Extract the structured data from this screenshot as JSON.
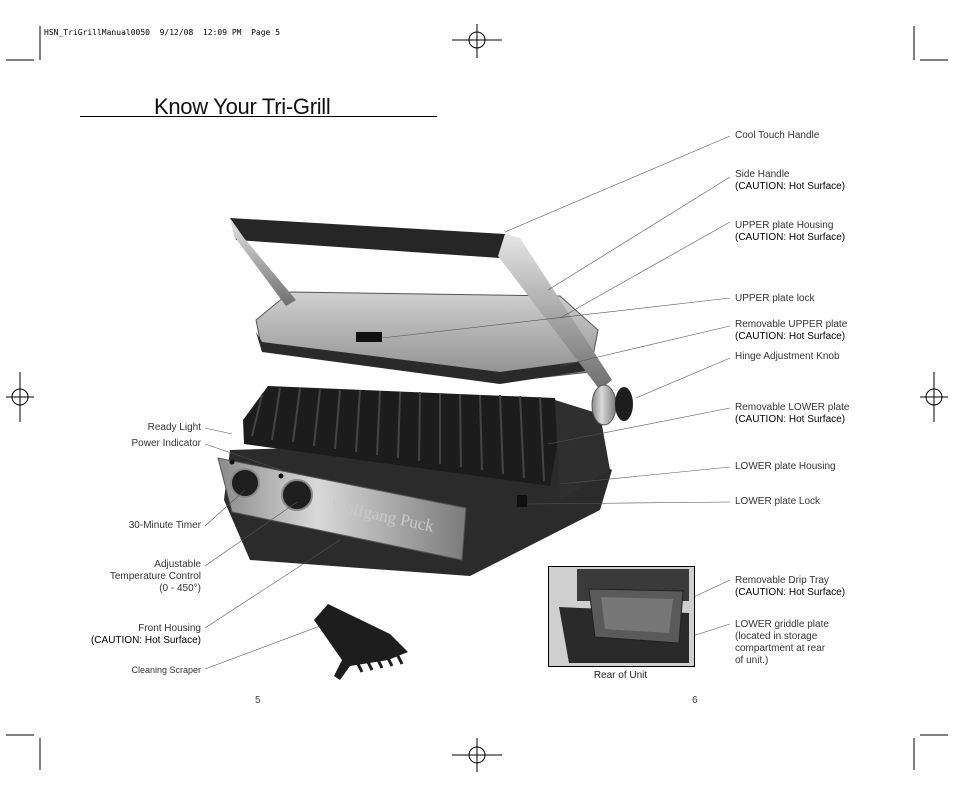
{
  "header": {
    "print_slug": "HSN_TriGrillManual0050  9/12/08  12:09 PM  Page 5"
  },
  "title": "Know Your Tri-Grill",
  "right_labels": [
    {
      "lines": [
        "Cool Touch Handle"
      ]
    },
    {
      "lines": [
        "Side Handle",
        "(CAUTION: Hot Surface)"
      ]
    },
    {
      "lines": [
        "UPPER plate Housing",
        "(CAUTION: Hot Surface)"
      ]
    },
    {
      "lines": [
        "UPPER plate lock"
      ]
    },
    {
      "lines": [
        "Removable UPPER plate",
        "(CAUTION: Hot Surface)"
      ]
    },
    {
      "lines": [
        "Hinge Adjustment Knob"
      ]
    },
    {
      "lines": [
        "Removable LOWER plate",
        "(CAUTION: Hot Surface)"
      ]
    },
    {
      "lines": [
        "LOWER plate Housing"
      ]
    },
    {
      "lines": [
        "LOWER plate Lock"
      ]
    },
    {
      "lines": [
        "Removable Drip Tray",
        "(CAUTION: Hot Surface)"
      ]
    },
    {
      "lines": [
        "LOWER griddle plate",
        "(located in storage",
        "compartment at rear",
        "of unit.)"
      ]
    }
  ],
  "left_labels": [
    {
      "lines": [
        "Ready Light"
      ]
    },
    {
      "lines": [
        "Power Indicator"
      ]
    },
    {
      "lines": [
        "30-Minute Timer"
      ]
    },
    {
      "lines": [
        "Adjustable",
        "Temperature Control",
        "(0 - 450°)"
      ]
    },
    {
      "lines": [
        "Front Housing",
        "(CAUTION: Hot Surface)"
      ]
    },
    {
      "lines": [
        "Cleaning Scraper"
      ]
    }
  ],
  "rear_caption": "Rear of Unit",
  "page_numbers": {
    "left": "5",
    "right": "6"
  },
  "product_brand": "Wolfgang Puck",
  "colors": {
    "ink": "#333333",
    "rule": "#000000",
    "steel": "#9c9c9c",
    "dark": "#2a2a2a"
  }
}
